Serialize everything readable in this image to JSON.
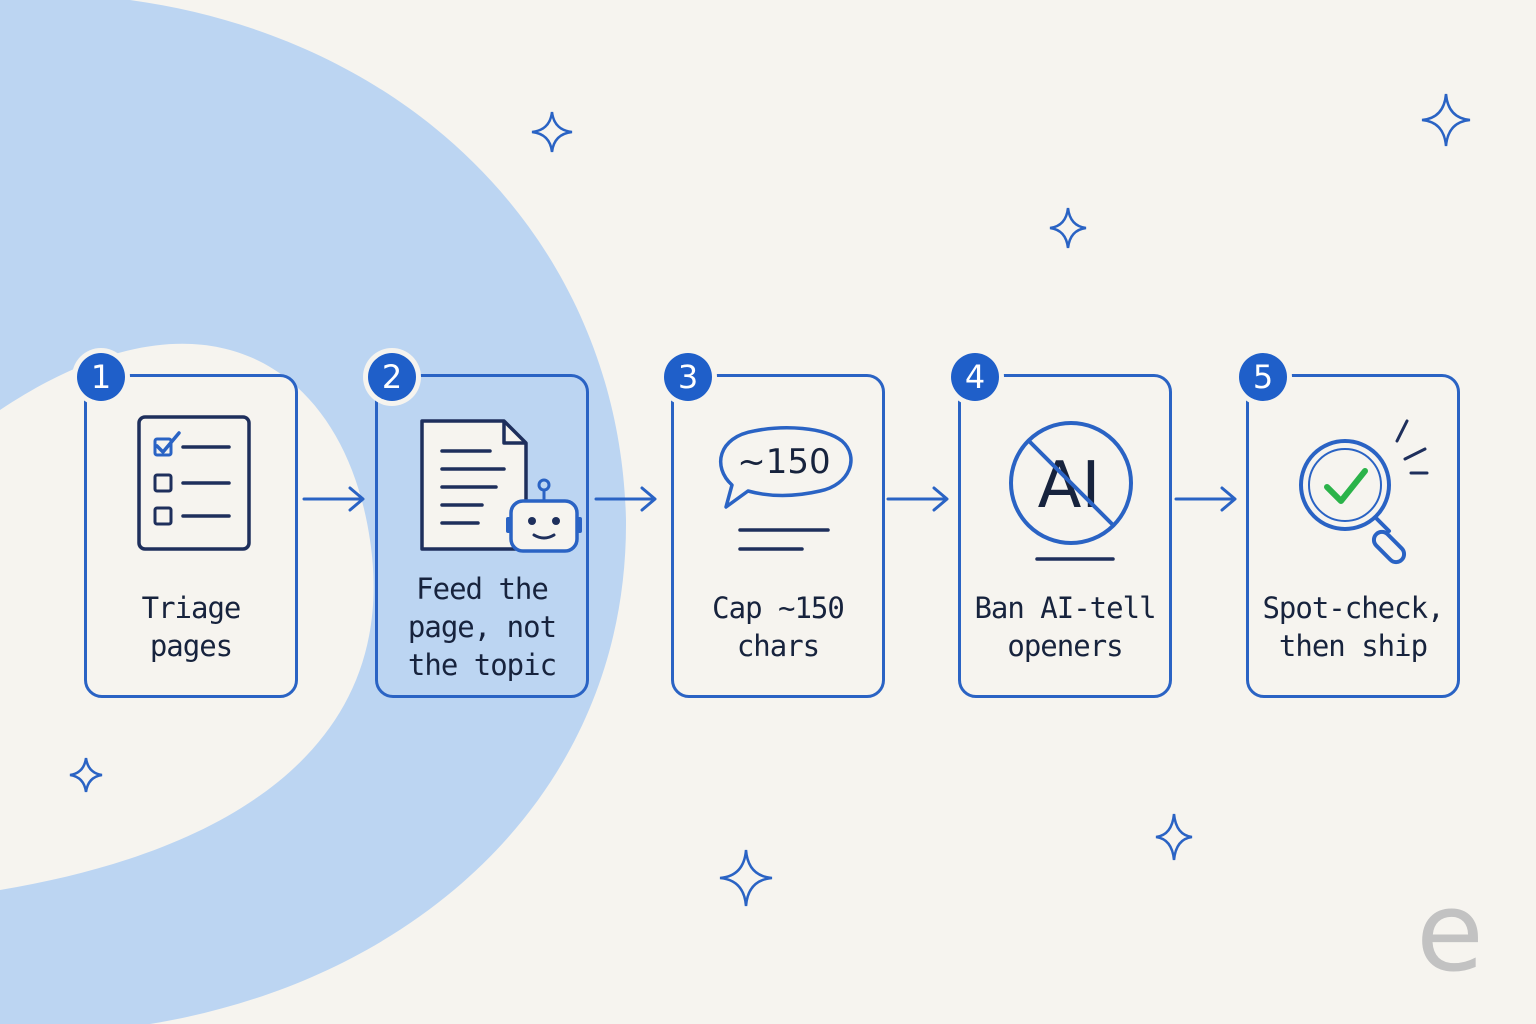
{
  "steps": [
    {
      "number": "1",
      "label": "Triage pages",
      "icon": "checklist-icon"
    },
    {
      "number": "2",
      "label": "Feed the page, not the topic",
      "icon": "document-robot-icon"
    },
    {
      "number": "3",
      "label": "Cap ~150 chars",
      "icon": "speech-bubble-icon",
      "bubble_text": "~150"
    },
    {
      "number": "4",
      "label": "Ban AI-tell openers",
      "icon": "no-ai-icon",
      "ban_text": "AI"
    },
    {
      "number": "5",
      "label": "Spot-check, then ship",
      "icon": "magnifier-check-icon"
    }
  ],
  "logo_text": "e",
  "colors": {
    "accent": "#2a63c4",
    "badge": "#1f5fc9",
    "background": "#f6f4ef",
    "swoosh": "#bcd5f2",
    "check": "#2bb34a",
    "text": "#17233d"
  }
}
